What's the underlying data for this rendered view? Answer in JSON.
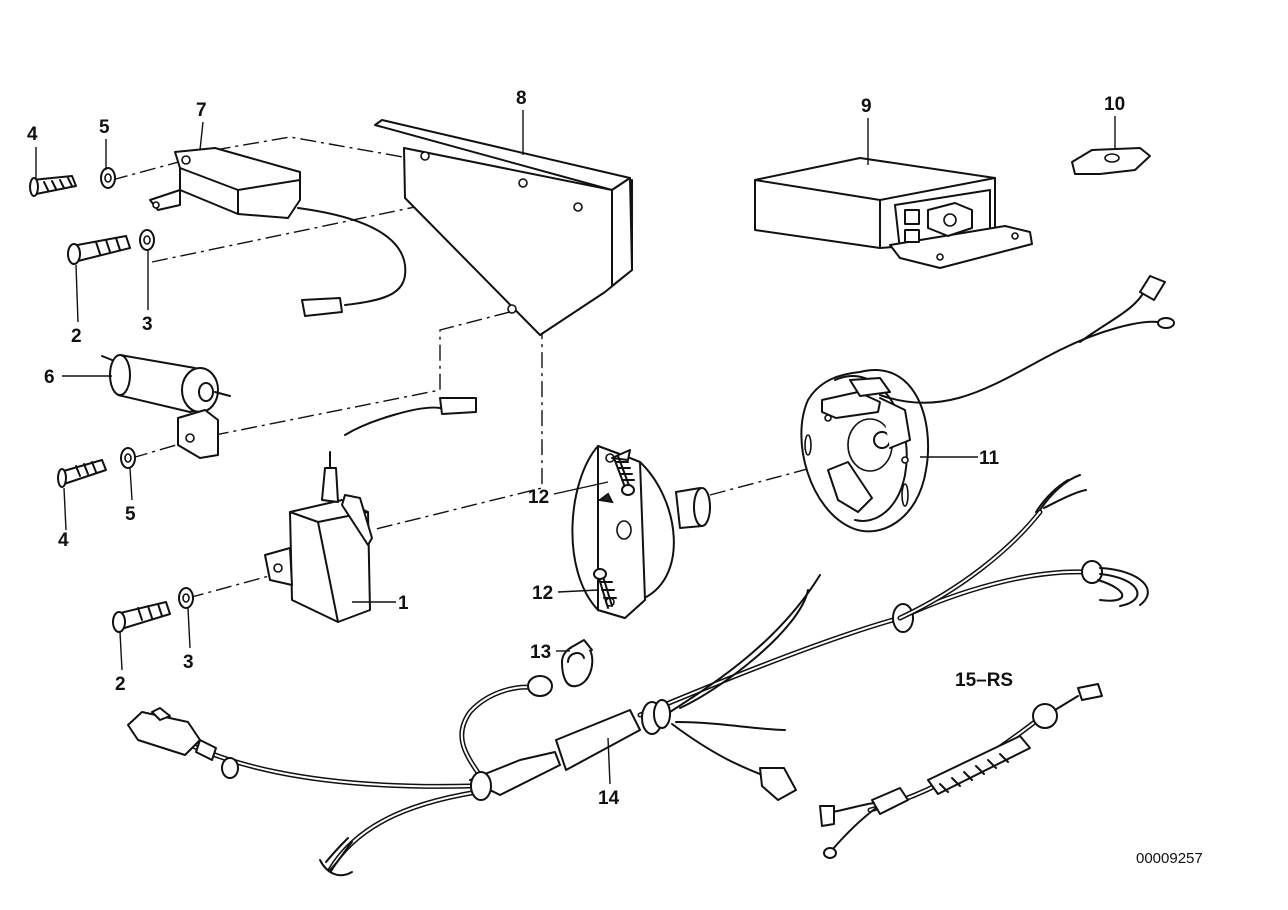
{
  "callouts": {
    "c1": "1",
    "c2a": "2",
    "c2b": "2",
    "c3a": "3",
    "c3b": "3",
    "c4a": "4",
    "c4b": "4",
    "c5a": "5",
    "c5b": "5",
    "c6": "6",
    "c7": "7",
    "c8": "8",
    "c9": "9",
    "c10": "10",
    "c11": "11",
    "c12a": "12",
    "c12b": "12",
    "c13": "13",
    "c14": "14",
    "c15": "15–RS"
  },
  "reference_number": "00009257"
}
